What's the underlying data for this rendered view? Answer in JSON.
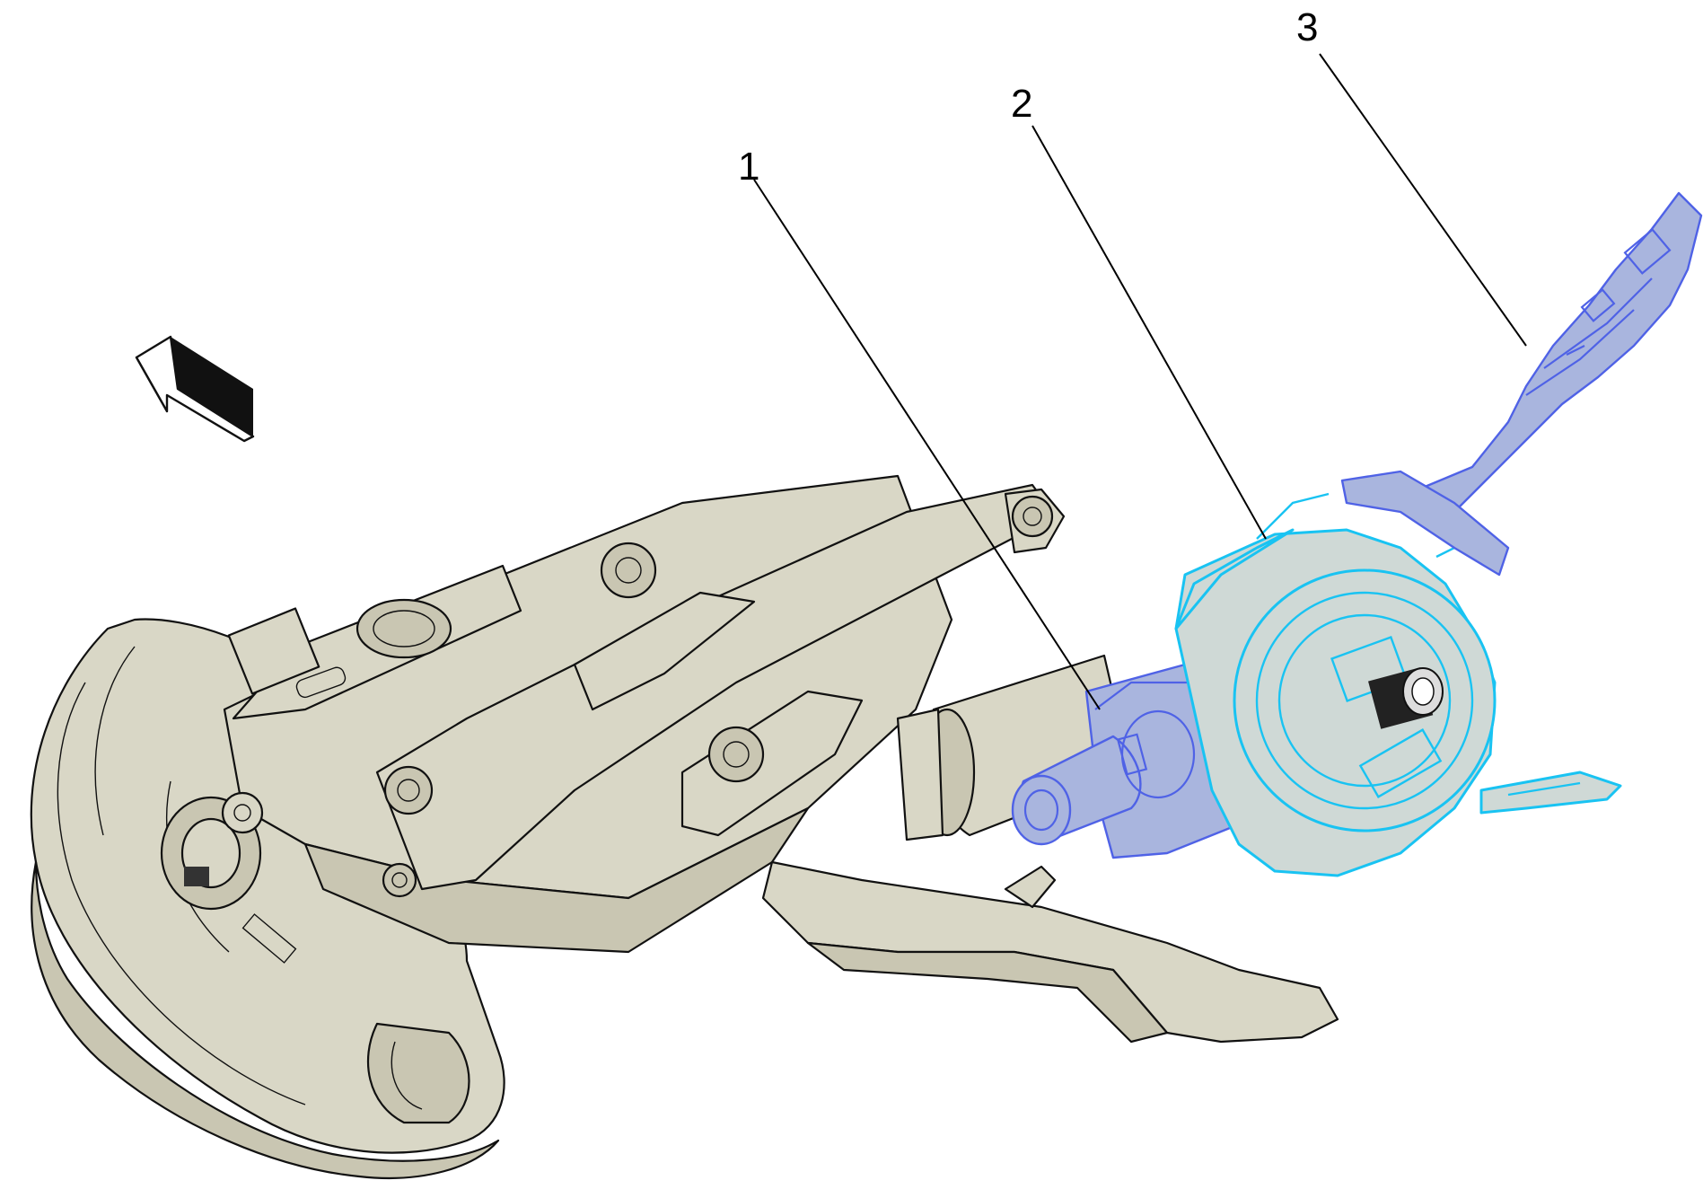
{
  "figure": {
    "callouts": [
      {
        "id": "1",
        "label": "1"
      },
      {
        "id": "2",
        "label": "2"
      },
      {
        "id": "3",
        "label": "3"
      }
    ],
    "direction_arrow_icon": "forward-arrow-icon",
    "colors": {
      "part_fill": "#d9d7c6",
      "highlight_blue": "#4f62e6",
      "highlight_cyan": "#19c3f2"
    }
  }
}
